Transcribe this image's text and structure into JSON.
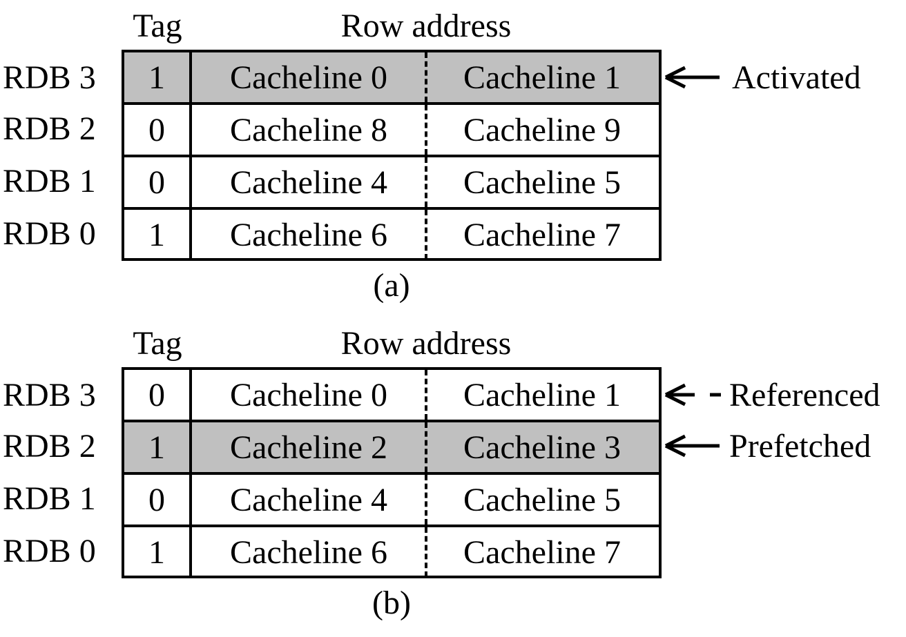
{
  "panels": [
    {
      "id": "a",
      "header_tag": "Tag",
      "header_row": "Row address",
      "caption": "(a)",
      "rows": [
        {
          "rdb": "RDB 3",
          "tag": "1",
          "c0": "Cacheline 0",
          "c1": "Cacheline 1",
          "shaded": true
        },
        {
          "rdb": "RDB 2",
          "tag": "0",
          "c0": "Cacheline 8",
          "c1": "Cacheline 9",
          "shaded": false
        },
        {
          "rdb": "RDB 1",
          "tag": "0",
          "c0": "Cacheline 4",
          "c1": "Cacheline 5",
          "shaded": false
        },
        {
          "rdb": "RDB 0",
          "tag": "1",
          "c0": "Cacheline 6",
          "c1": "Cacheline 7",
          "shaded": false
        }
      ],
      "annotations": [
        {
          "row": 0,
          "label": "Activated",
          "style": "solid"
        }
      ]
    },
    {
      "id": "b",
      "header_tag": "Tag",
      "header_row": "Row address",
      "caption": "(b)",
      "rows": [
        {
          "rdb": "RDB 3",
          "tag": "0",
          "c0": "Cacheline 0",
          "c1": "Cacheline 1",
          "shaded": false
        },
        {
          "rdb": "RDB 2",
          "tag": "1",
          "c0": "Cacheline 2",
          "c1": "Cacheline 3",
          "shaded": true
        },
        {
          "rdb": "RDB 1",
          "tag": "0",
          "c0": "Cacheline 4",
          "c1": "Cacheline 5",
          "shaded": false
        },
        {
          "rdb": "RDB 0",
          "tag": "1",
          "c0": "Cacheline 6",
          "c1": "Cacheline 7",
          "shaded": false
        }
      ],
      "annotations": [
        {
          "row": 0,
          "label": "Referenced",
          "style": "dashed"
        },
        {
          "row": 1,
          "label": "Prefetched",
          "style": "solid"
        }
      ]
    }
  ],
  "colors": {
    "shade": "#c0c0c0",
    "line": "#000000"
  }
}
